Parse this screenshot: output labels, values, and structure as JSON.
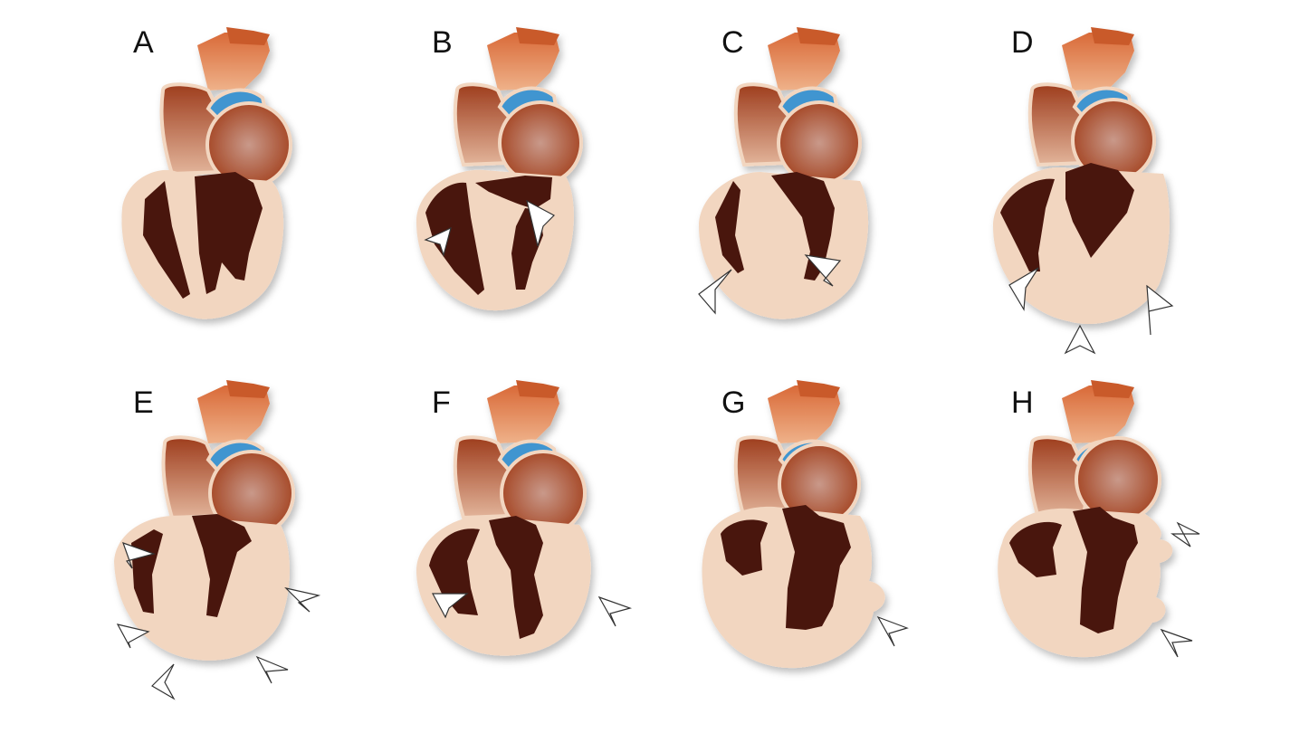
{
  "colors": {
    "myocardium": "#f2d6c0",
    "myocardium_edge": "#e7c3a6",
    "cavity": "#4a140c",
    "aorta": "#d4683a",
    "aorta_dark": "#b84e28",
    "pulmonary": "#3f95d0",
    "atrium": "#a84a24",
    "atrium_center": "#c28a72",
    "arrow_white": "#ffffff",
    "arrow_outline": "#333333"
  },
  "panels": [
    {
      "id": "A",
      "label": "A",
      "icon": "heart-normal"
    },
    {
      "id": "B",
      "label": "B",
      "icon": "heart-variant-b"
    },
    {
      "id": "C",
      "label": "C",
      "icon": "heart-variant-c"
    },
    {
      "id": "D",
      "label": "D",
      "icon": "heart-variant-d"
    },
    {
      "id": "E",
      "label": "E",
      "icon": "heart-variant-e"
    },
    {
      "id": "F",
      "label": "F",
      "icon": "heart-variant-f"
    },
    {
      "id": "G",
      "label": "G",
      "icon": "heart-variant-g"
    },
    {
      "id": "H",
      "label": "H",
      "icon": "heart-variant-h"
    }
  ]
}
